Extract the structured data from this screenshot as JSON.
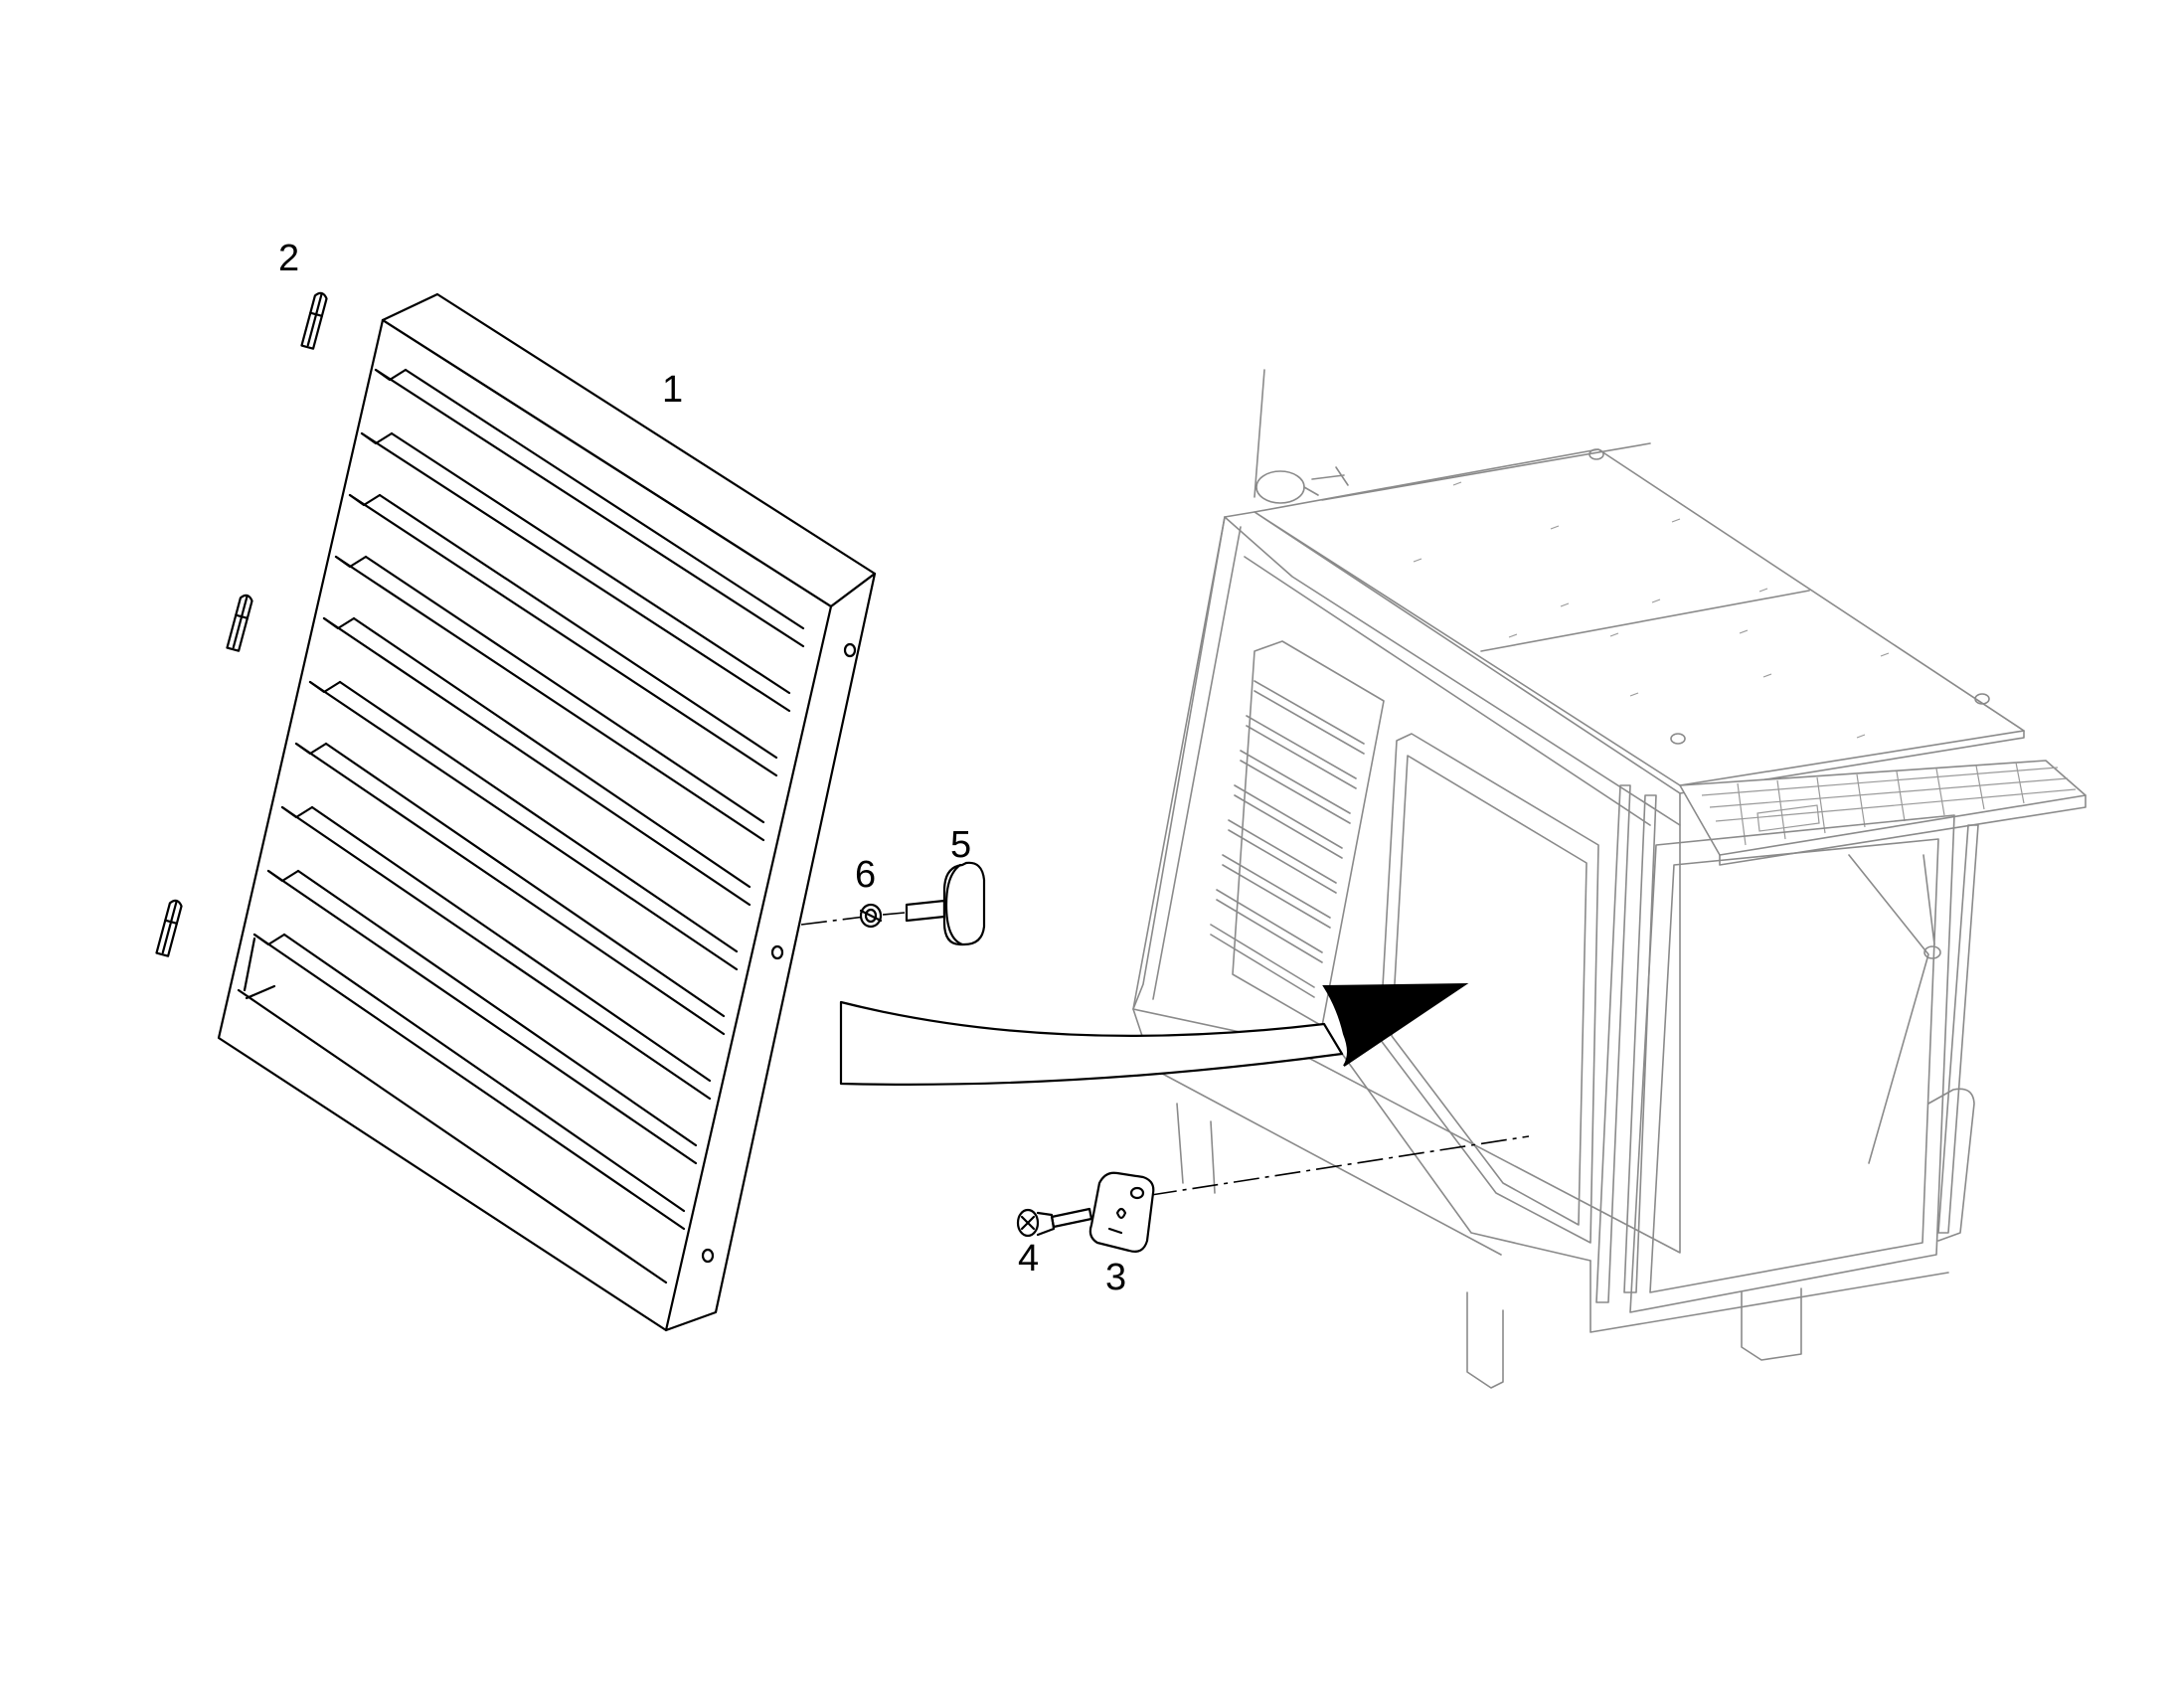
{
  "callouts": {
    "part_1": "1",
    "part_2": "2",
    "part_3": "3",
    "part_4": "4",
    "part_5": "5",
    "part_6": "6"
  },
  "colors": {
    "line": "#000000",
    "ghost": "#8a8a8a",
    "background": "#ffffff"
  }
}
